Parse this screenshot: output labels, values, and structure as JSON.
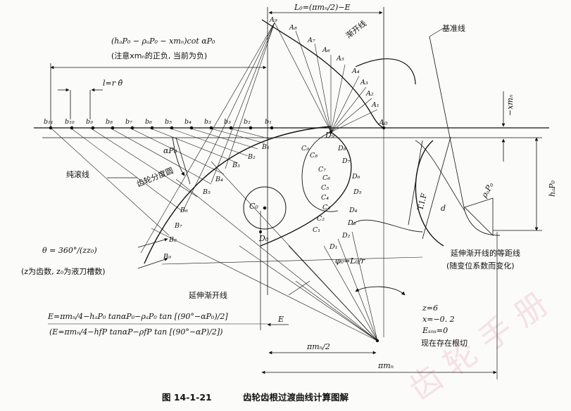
{
  "top": {
    "L0_formula": "L₀=(πmₙ/2)−E",
    "offset_formula": "(hₐP₀ − ρₐP₀ − xmₙ)cot αP₀",
    "offset_note": "(注意xmₙ的正负, 当前为负)",
    "arc_formula": "l=r θ̂"
  },
  "labels": {
    "involute": "渐开线",
    "reference_line": "基准线",
    "pure_rolling": "纯滚线",
    "pitch_circle": "齿轮分度圆",
    "extended_involute": "延伸渐开线",
    "equidistant_1": "延伸渐开线的等距线",
    "equidistant_2": "(随变位系数而变化)",
    "alpha_p0": "αP₀",
    "neg_xm": "−xmₙ",
    "h_ap0": "hₐP₀",
    "rho_ap0": "ρₐP₀",
    "tif": "T.I.F",
    "d": "d",
    "phi0": "φ₀=L₀/r",
    "E_mark": "E",
    "half_pitch": "πmₙ/2",
    "full_pitch": "πmₙ",
    "C0": "C₀",
    "D0": "D₀",
    "A0": "A₀",
    "D9": "D₉"
  },
  "theta": {
    "formula": "θ = 360°/(zz₀)",
    "note": "(z为齿数, z₀为液刀槽数)"
  },
  "E_formulas": {
    "line1": "E=πmₙ/4−hₐP₀ tanαP₀−ρₐP₀ tan [(90°−αP₀)/2]",
    "line2": "(E=πmₙ/4−hfP tanαP−ρfP tan [(90°−αP)/2])"
  },
  "params": {
    "z": "z=6",
    "x": "x=−0. 2",
    "e_sns": "Eₛₙₛ=0",
    "status": "现在存在根切"
  },
  "caption": {
    "figure_no": "图 14-1-21",
    "title": "齿轮齿根过渡曲线计算图解"
  },
  "watermark": "齿 轮 手 册",
  "series": {
    "b": [
      "b₁₁",
      "b₁₀",
      "b₉",
      "b₈",
      "b₇",
      "b₆",
      "b₅",
      "b₄",
      "b₃",
      "b₃",
      "b₂",
      "b₁"
    ],
    "A": [
      "A₉",
      "A₈",
      "A₇",
      "A₆",
      "A₅",
      "A₄",
      "A₃",
      "A₂",
      "A₁"
    ],
    "B": [
      "B₁",
      "B₂",
      "B₃",
      "B₄",
      "B₅",
      "B₆",
      "B₇",
      "B₈",
      "B₉"
    ],
    "C": [
      "C₉",
      "C₈",
      "C₇",
      "C₆",
      "C₅",
      "C₄",
      "C₃",
      "C₂",
      "C₁"
    ],
    "D": [
      "D₈",
      "D₇",
      "D₆",
      "D₅",
      "D₄",
      "D₃",
      "D₂",
      "D₁"
    ]
  }
}
